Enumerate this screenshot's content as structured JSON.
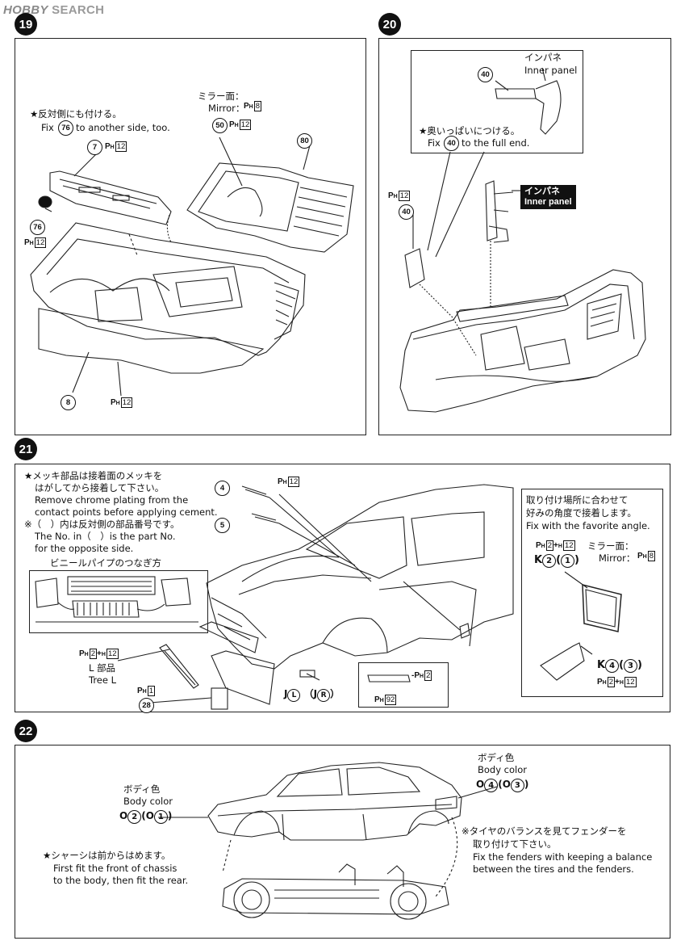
{
  "watermark": {
    "brand": "HOBBY",
    "word": "SEARCH"
  },
  "steps": [
    "19",
    "20",
    "21",
    "22"
  ],
  "step19": {
    "mirror_face_jp": "ミラー面：",
    "mirror_en": "Mirror：",
    "ph_8": "8",
    "part_50": "50",
    "ph_12": "12",
    "part_80": "80",
    "note_jp": "★反対側にも付ける。",
    "fix": "Fix",
    "part_76": "76",
    "note_en": "to another side, too.",
    "part_7": "7",
    "part_8": "8"
  },
  "step20": {
    "part_40": "40",
    "inpane_jp": "インパネ",
    "inner_panel": "Inner panel",
    "note_jp": "★奥いっぱいにつける。",
    "fix": "Fix",
    "note_en": "to the full end.",
    "ph_12": "12"
  },
  "step21": {
    "n1": "★メッキ部品は接着面のメッキを",
    "n2": "はがしてから接着して下さい。",
    "n3": "Remove chrome plating from the",
    "n4": "contact points before applying cement.",
    "n5": "※（　）内は反対側の部品番号です。",
    "n6": "The No. in（　）is the part No.",
    "n7": "for the opposite side.",
    "vinyl": "ビニールパイプのつなぎ方",
    "part_4": "4",
    "part_5": "5",
    "ph_12": "12",
    "ph_2": "2",
    "plus": "+",
    "h_prefix": "H",
    "l_part": "L 部品",
    "tree_l": "Tree L",
    "ph_1": "1",
    "part_28": "28",
    "j_left": "J",
    "j_left_circ": "L",
    "j_right": "J",
    "j_right_circ": "R",
    "ph_92": "92",
    "side_jp1": "取り付け場所に合わせて",
    "side_jp2": "好みの角度で接着します。",
    "side_en": "Fix with the favorite angle.",
    "mirror_jp": "ミラー面：",
    "mirror_en": "Mirror：",
    "ph_8": "8",
    "k": "K",
    "k2": "2",
    "k1": "1",
    "k4": "4",
    "k3": "3"
  },
  "step22": {
    "body_jp": "ボディ色",
    "body_en": "Body color",
    "o": "O",
    "o2": "2",
    "o1": "1",
    "o4": "4",
    "o3": "3",
    "chassis_jp": "★シャーシは前からはめます。",
    "chassis_en1": "First fit the front of chassis",
    "chassis_en2": "to the body, then fit the rear.",
    "fender_jp1": "※タイヤのバランスを見てフェンダーを",
    "fender_jp2": "取り付けて下さい。",
    "fender_en1": "Fix the fenders with keeping a balance",
    "fender_en2": "between the tires and the fenders."
  }
}
